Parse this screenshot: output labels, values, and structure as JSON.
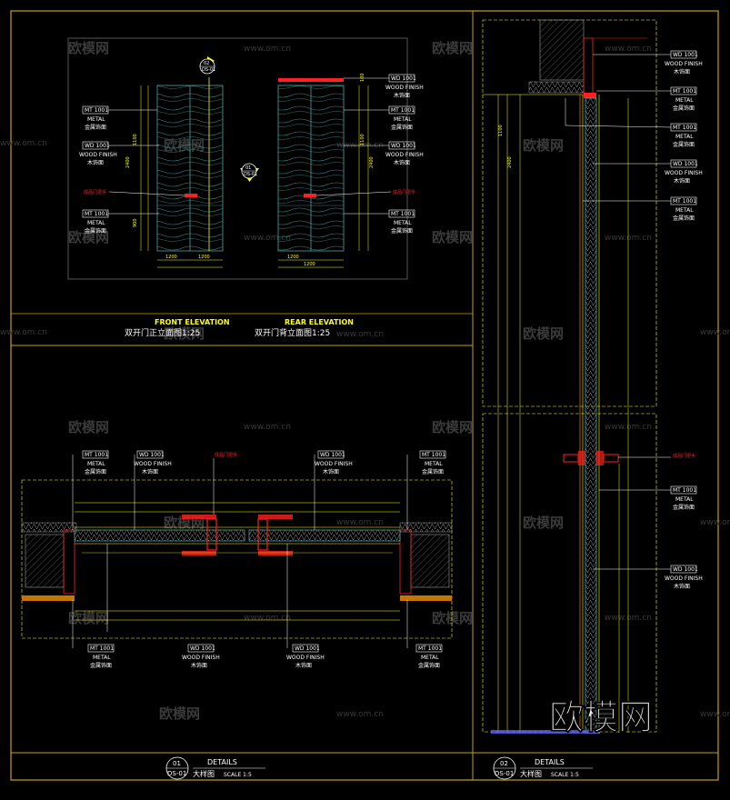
{
  "watermark": {
    "brand": "欧模网",
    "site": "www.om.cn"
  },
  "tags": {
    "metal": {
      "code": "MT 1001",
      "en": "METAL",
      "cn": "金属饰面"
    },
    "wood": {
      "code": "WD 1001",
      "en": "WOOD FINISH",
      "cn": "木饰面"
    },
    "handle_note": "成品门把手"
  },
  "titles": {
    "front_en": "FRONT ELEVATION",
    "rear_en": "REAR ELEVATION",
    "front_cn": "双开门正立面图1:25",
    "rear_cn": "双开门背立面图1:25",
    "details1_en": "DETAILS",
    "details1_cn": "大样图",
    "details1_scale": "SCALE 1:5",
    "details1_num": "01",
    "details1_sheet": "DS-01",
    "details2_en": "DETAILS",
    "details2_cn": "大样图",
    "details2_scale": "SCALE 1:5",
    "details2_num": "02",
    "details2_sheet": "DS-01"
  },
  "markers": {
    "section_top": {
      "num": "02",
      "sheet": "DS-01"
    },
    "section_mid": {
      "num": "01",
      "sheet": "DS-01"
    }
  },
  "dims": {
    "front_w1": "1200",
    "front_w2": "1200",
    "rear_w1": "1200",
    "rear_w2": "1200",
    "h_total": "2400",
    "h_mid": "1100",
    "h_low": "900",
    "h_top": "100"
  },
  "colors": {
    "frame": "#c8a200",
    "wood": "#2a6b6b",
    "metal": "#ff2020",
    "line": "#ffff00"
  }
}
